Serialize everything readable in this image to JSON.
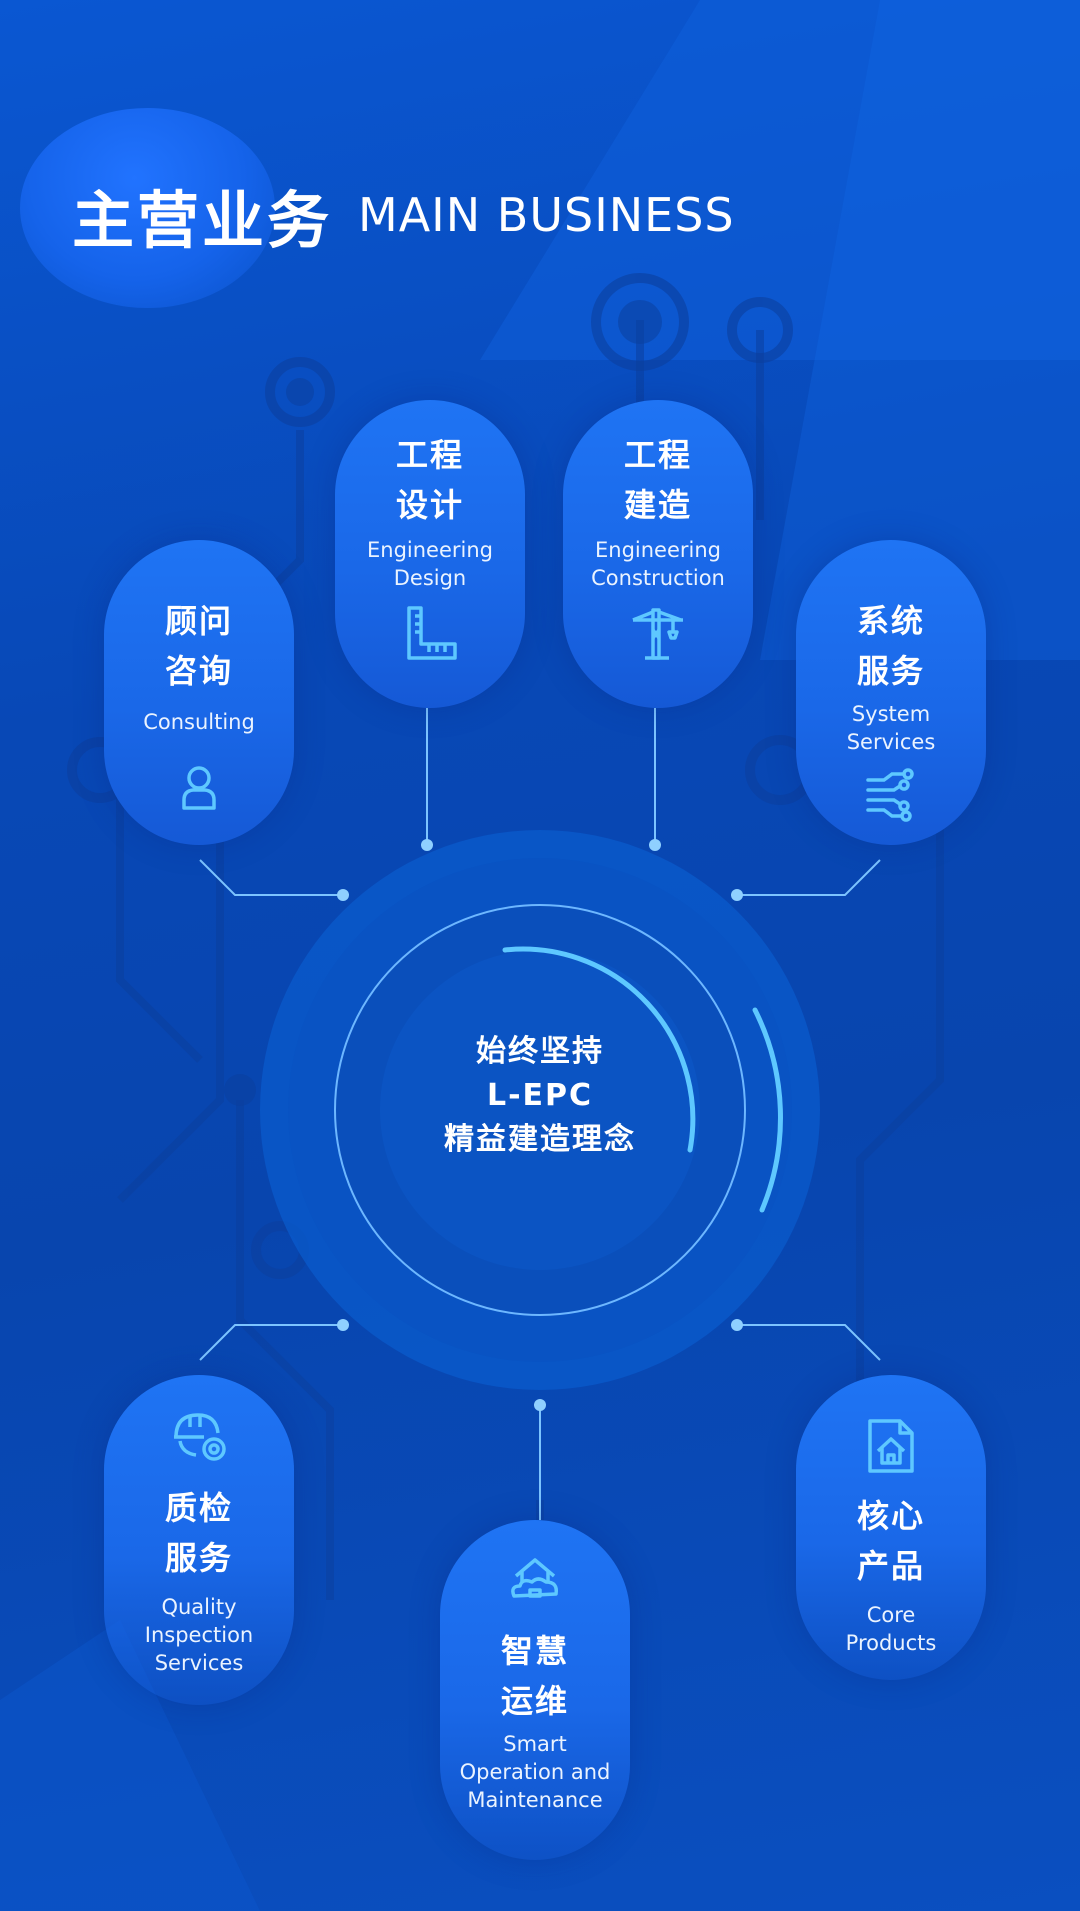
{
  "header": {
    "title_cn": "主营业务",
    "title_en": "MAIN BUSINESS"
  },
  "center": {
    "line1": "始终坚持",
    "line2": "L-EPC",
    "line3": "精益建造理念"
  },
  "services": [
    {
      "cn1": "顾问",
      "cn2": "咨询",
      "en": [
        "Consulting"
      ],
      "icon": "person-icon"
    },
    {
      "cn1": "工程",
      "cn2": "设计",
      "en": [
        "Engineering",
        "Design"
      ],
      "icon": "ruler-icon"
    },
    {
      "cn1": "工程",
      "cn2": "建造",
      "en": [
        "Engineering",
        "Construction"
      ],
      "icon": "crane-icon"
    },
    {
      "cn1": "系统",
      "cn2": "服务",
      "en": [
        "System",
        "Services"
      ],
      "icon": "circuit-icon"
    },
    {
      "cn1": "质检",
      "cn2": "服务",
      "en": [
        "Quality",
        "Inspection",
        "Services"
      ],
      "icon": "hardhat-icon"
    },
    {
      "cn1": "智慧",
      "cn2": "运维",
      "en": [
        "Smart",
        "Operation and",
        "Maintenance"
      ],
      "icon": "smart-home-icon"
    },
    {
      "cn1": "核心",
      "cn2": "产品",
      "en": [
        "Core",
        "Products"
      ],
      "icon": "document-icon"
    }
  ],
  "colors": {
    "background": "#0848b6",
    "card": "#1a68e8",
    "accent_line": "#7cc4ff",
    "icon": "#5ec8ff"
  }
}
